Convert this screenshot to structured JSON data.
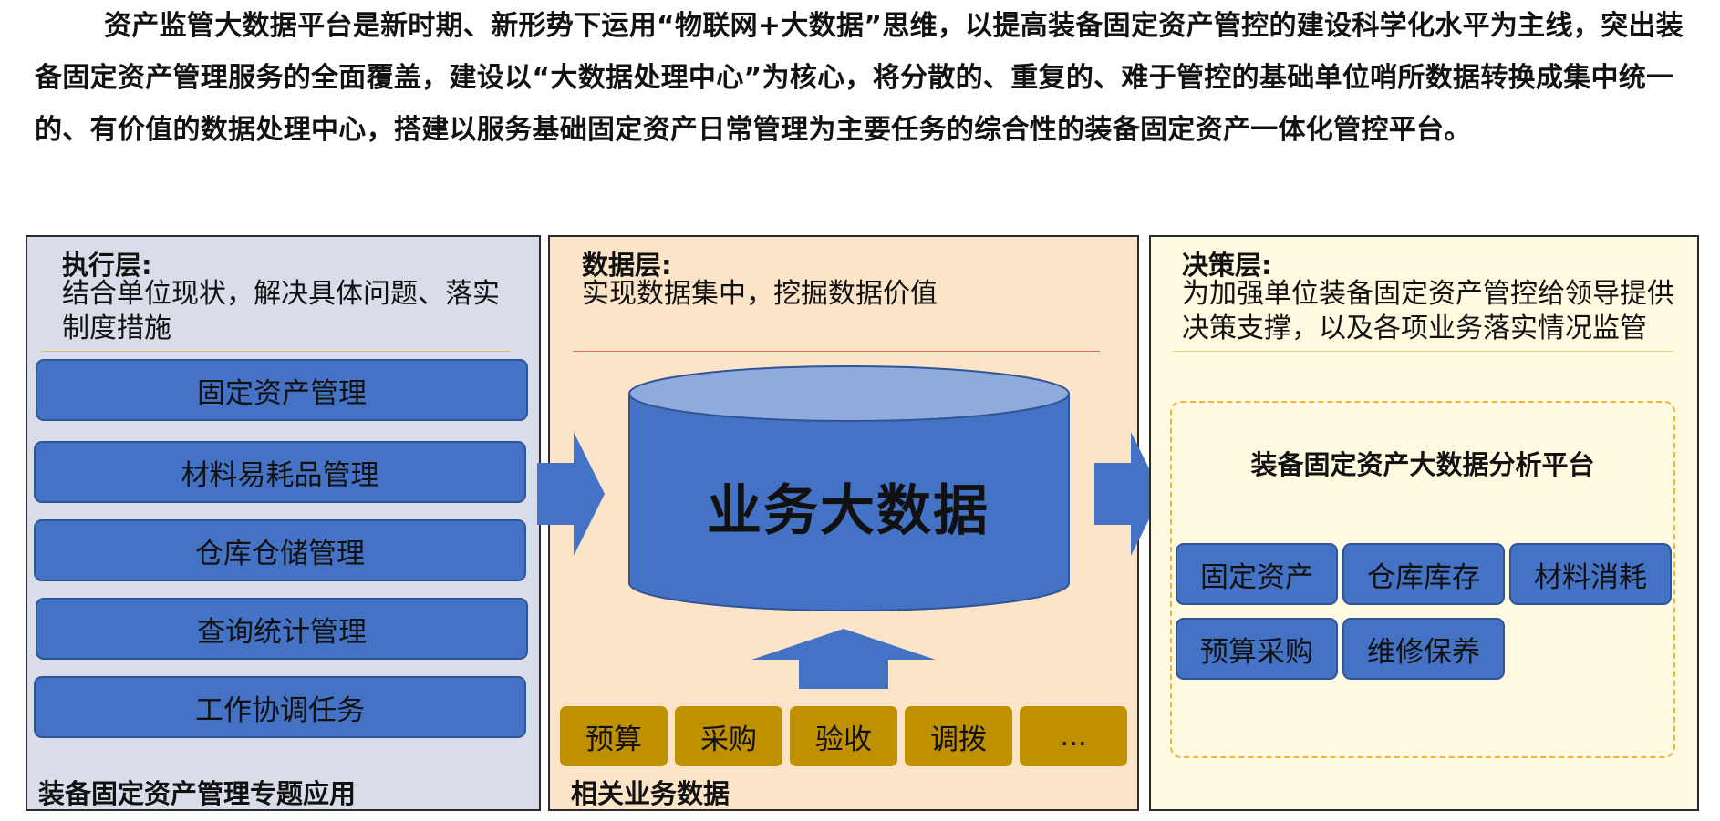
{
  "intro": "资产监管大数据平台是新时期、新形势下运用“物联网+大数据”思维，以提高装备固定资产管控的建设科学化水平为主线，突出装备固定资产管理服务的全面覆盖，建设以“大数据处理中心”为核心，将分散的、重复的、难于管控的基础单位哨所数据转换成集中统一的、有价值的数据处理中心，搭建以服务基础固定资产日常管理为主要任务的综合性的装备固定资产一体化管控平台。",
  "execution_layer": {
    "title": "执行层:",
    "description": "结合单位现状，解决具体问题、落实制度措施",
    "items": [
      "固定资产管理",
      "材料易耗品管理",
      "仓库仓储管理",
      "查询统计管理",
      "工作协调任务"
    ],
    "bottom_label": "装备固定资产管理专题应用"
  },
  "data_layer": {
    "title": "数据层:",
    "description": "实现数据集中，挖掘数据价值",
    "cylinder_label": "业务大数据",
    "items": [
      "预算",
      "采购",
      "验收",
      "调拨",
      "..."
    ],
    "bottom_label": "相关业务数据"
  },
  "decision_layer": {
    "title": "决策层:",
    "description": "为加强单位装备固定资产管控给领导提供决策支撑，以及各项业务落实情况监管",
    "platform_title": "装备固定资产大数据分析平台",
    "items": [
      "固定资产",
      "仓库库存",
      "材料消耗",
      "预算采购",
      "维修保养"
    ]
  },
  "colors": {
    "blue": "#4472c4",
    "gold": "#bf9000",
    "left_bg": "#d9dde9",
    "mid_bg": "#fce4c8",
    "right_bg": "#fffae0"
  }
}
